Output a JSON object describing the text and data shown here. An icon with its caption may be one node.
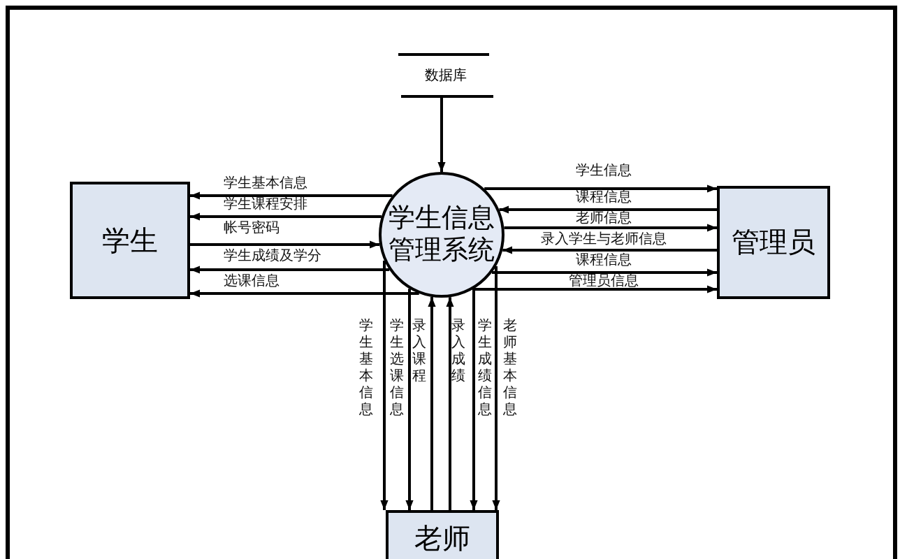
{
  "diagram": {
    "nodes": [
      {
        "text": [
          "数据库"
        ]
      },
      {
        "text": [
          "学生"
        ]
      },
      {
        "text": [
          "学生信息管理系统"
        ]
      },
      {
        "text": [
          "管理员"
        ]
      },
      {
        "text": [
          "老师"
        ]
      }
    ],
    "edges": [
      {
        "from": 0,
        "to": 2,
        "arrow": "to"
      },
      {
        "from": 2,
        "to": 1,
        "arrow": "to",
        "label": "学生基本信息"
      },
      {
        "from": 2,
        "to": 1,
        "arrow": "to",
        "label": "学生课程安排"
      },
      {
        "from": 1,
        "to": 2,
        "arrow": "to",
        "label": "帐号密码"
      },
      {
        "from": 2,
        "to": 1,
        "arrow": "to",
        "label": "学生成绩及学分"
      },
      {
        "from": 2,
        "to": 1,
        "arrow": "to",
        "label": "选课信息"
      },
      {
        "from": 2,
        "to": 3,
        "arrow": "to",
        "label": "学生信息"
      },
      {
        "from": 3,
        "to": 2,
        "arrow": "to",
        "label": "课程信息"
      },
      {
        "from": 2,
        "to": 3,
        "arrow": "to",
        "label": "老师信息"
      },
      {
        "from": 3,
        "to": 2,
        "arrow": "to",
        "label": "录入学生与老师信息"
      },
      {
        "from": 2,
        "to": 3,
        "arrow": "to",
        "label": "课程信息"
      },
      {
        "from": 2,
        "to": 3,
        "arrow": "to",
        "label": "管理员信息"
      },
      {
        "from": 2,
        "to": 4,
        "arrow": "to",
        "label": "学生基本信息"
      },
      {
        "from": 2,
        "to": 4,
        "arrow": "to",
        "label": "学生选课信息"
      },
      {
        "from": 4,
        "to": 2,
        "arrow": "to",
        "label": "录入课程"
      },
      {
        "from": 4,
        "to": 2,
        "arrow": "to",
        "label": "录入成绩"
      },
      {
        "from": 2,
        "to": 4,
        "arrow": "to",
        "label": "学生成绩信息"
      },
      {
        "from": 2,
        "to": 4,
        "arrow": "to",
        "label": "老师基本信息"
      }
    ]
  }
}
